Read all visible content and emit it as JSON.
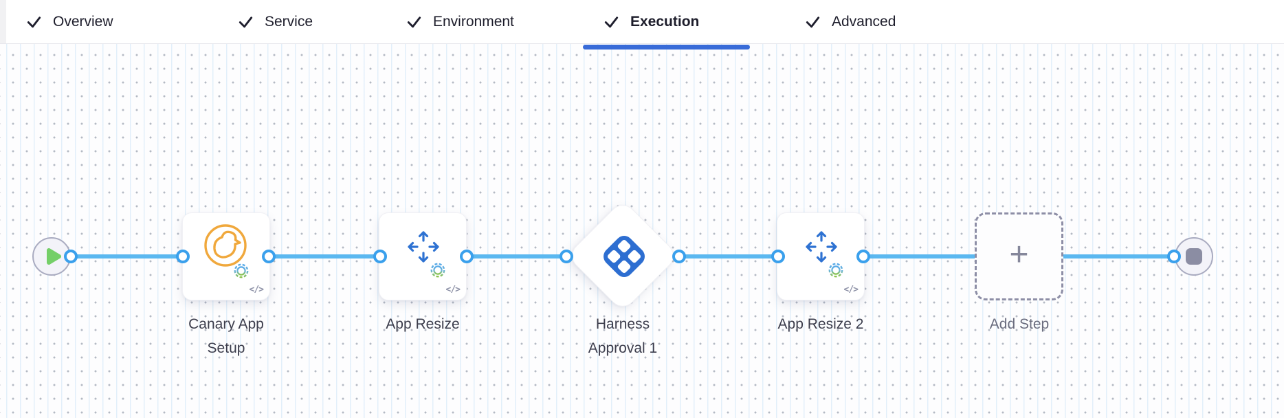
{
  "header": {
    "tabs": [
      {
        "label": "Overview",
        "checked": true,
        "active": false
      },
      {
        "label": "Service",
        "checked": true,
        "active": false
      },
      {
        "label": "Environment",
        "checked": true,
        "active": false
      },
      {
        "label": "Execution",
        "checked": true,
        "active": true
      },
      {
        "label": "Advanced",
        "checked": true,
        "active": false
      }
    ],
    "active_tab": "Execution"
  },
  "canvas": {
    "nodes": {
      "start": {
        "icon": "play-icon"
      },
      "canary_app_setup": {
        "label": "Canary App Setup",
        "icon": "canary-icon",
        "code_badge": "</>"
      },
      "app_resize": {
        "label": "App Resize",
        "icon": "resize-arrows-icon",
        "code_badge": "</>"
      },
      "harness_approval_1": {
        "label": "Harness Approval 1",
        "icon": "harness-logo-icon"
      },
      "app_resize_2": {
        "label": "App Resize 2",
        "icon": "resize-arrows-icon",
        "code_badge": "</>"
      },
      "add_step": {
        "label": "Add Step",
        "icon": "plus-icon",
        "plus_glyph": "+"
      },
      "end": {
        "icon": "stop-icon"
      }
    }
  },
  "colors": {
    "active_tab_underline": "#386bd8",
    "connector_line": "#5bb8f0",
    "connector_ring": "#3aa0ec",
    "canary_orange": "#f0a83c",
    "step_icon_blue": "#2e72d2",
    "harness_logo_blue": "#2d6ed1",
    "play_green": "#74cf68",
    "stop_square_gray": "#8b8da3",
    "node_label": "#3c3d4c",
    "add_step_gray": "#8d8ea6",
    "tab_text": "#1d1d2b"
  }
}
